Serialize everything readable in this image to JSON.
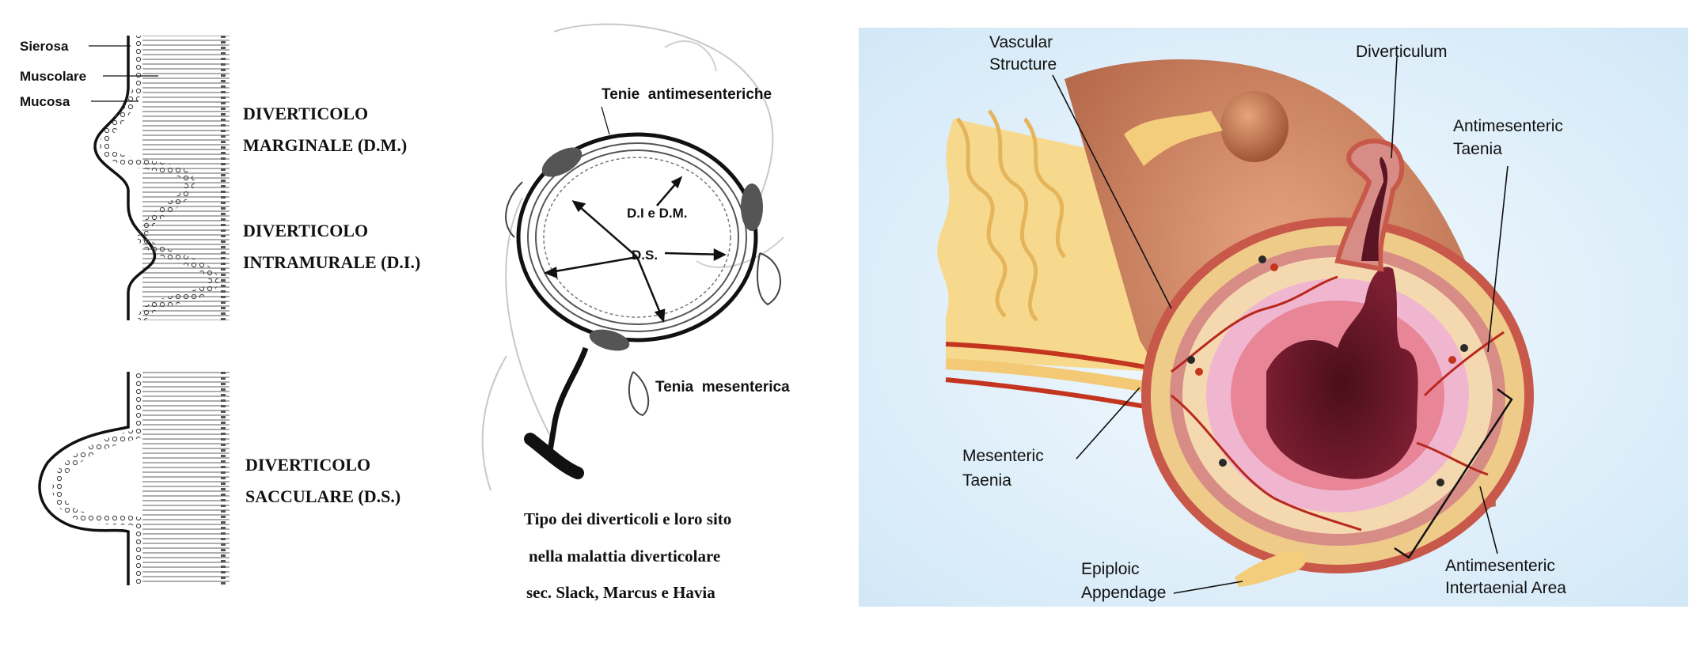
{
  "left_panel": {
    "layer_labels": [
      "Sierosa",
      "Muscolare",
      "Mucosa"
    ],
    "types": {
      "marginale": [
        "DIVERTICOLO",
        "MARGINALE (D.M.)"
      ],
      "intramurale": [
        "DIVERTICOLO",
        "INTRAMURALE (D.I.)"
      ],
      "sacculare": [
        "DIVERTICOLO",
        "SACCULARE (D.S.)"
      ]
    }
  },
  "middle_panel": {
    "tenie_antimesenteriche": "Tenie  antimesenteriche",
    "tenia_mesenterica": "Tenia  mesenterica",
    "di_dm": "D.I e D.M.",
    "ds": "D.S.",
    "caption": [
      "Tipo dei diverticoli e loro sito",
      "nella malattia diverticolare",
      "sec. Slack, Marcus e Havia"
    ]
  },
  "right_panel": {
    "background_color": "#e3f1fb",
    "labels": {
      "vascular_structure": [
        "Vascular",
        "Structure"
      ],
      "diverticulum": "Diverticulum",
      "antimesenteric_taenia": [
        "Antimesenteric",
        "Taenia"
      ],
      "mesenteric_taenia": [
        "Mesenteric",
        "Taenia"
      ],
      "epiploic_appendage": [
        "Epiploic",
        "Appendage"
      ],
      "intertaenial_area": [
        "Antimesenteric",
        "Intertaenial Area"
      ]
    }
  }
}
